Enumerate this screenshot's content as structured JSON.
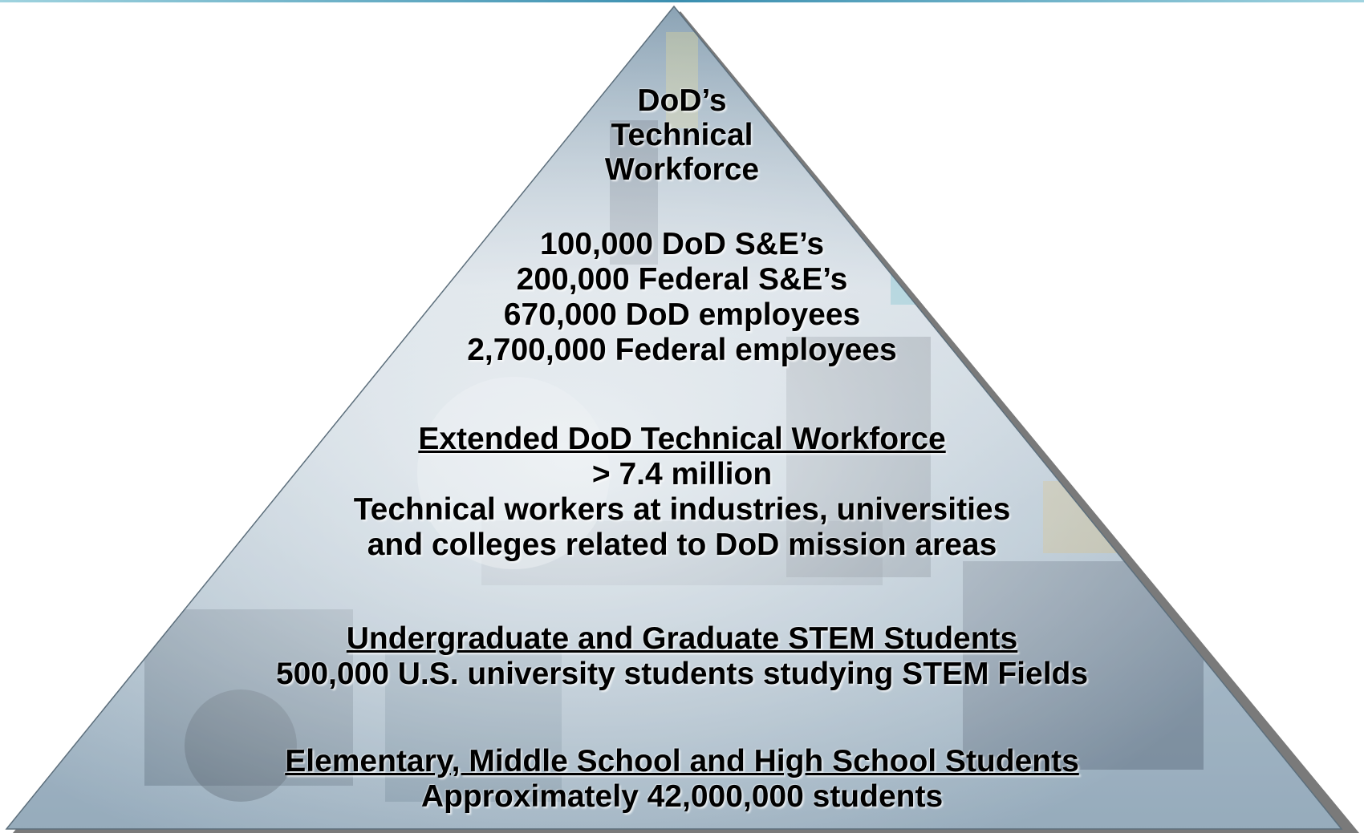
{
  "pyramid": {
    "tiers": [
      {
        "id": "technical-workforce",
        "lines": [
          "DoD’s",
          "Technical",
          "Workforce"
        ]
      },
      {
        "id": "federal",
        "lines": [
          "100,000 DoD S&E’s",
          "200,000 Federal S&E’s",
          "670,000 DoD employees",
          "2,700,000 Federal employees"
        ]
      },
      {
        "id": "extended",
        "heading": "Extended DoD Technical Workforce",
        "lines": [
          "> 7.4 million",
          "Technical workers at industries, universities",
          "and colleges related to DoD mission areas"
        ]
      },
      {
        "id": "university",
        "heading": "Undergraduate and Graduate STEM Students",
        "lines": [
          "500,000 U.S. university students studying STEM Fields"
        ]
      },
      {
        "id": "k12",
        "heading": "Elementary, Middle School and High School Students",
        "lines": [
          "Approximately 42,000,000 students"
        ]
      }
    ]
  },
  "colors": {
    "pyramid_light": "#dfe5ea",
    "pyramid_mid": "#8fa9ba",
    "pyramid_dark": "#3f6077",
    "accent_teal": "#4fb7c9",
    "shadow": "#7a7a7a",
    "text": "#000000"
  }
}
